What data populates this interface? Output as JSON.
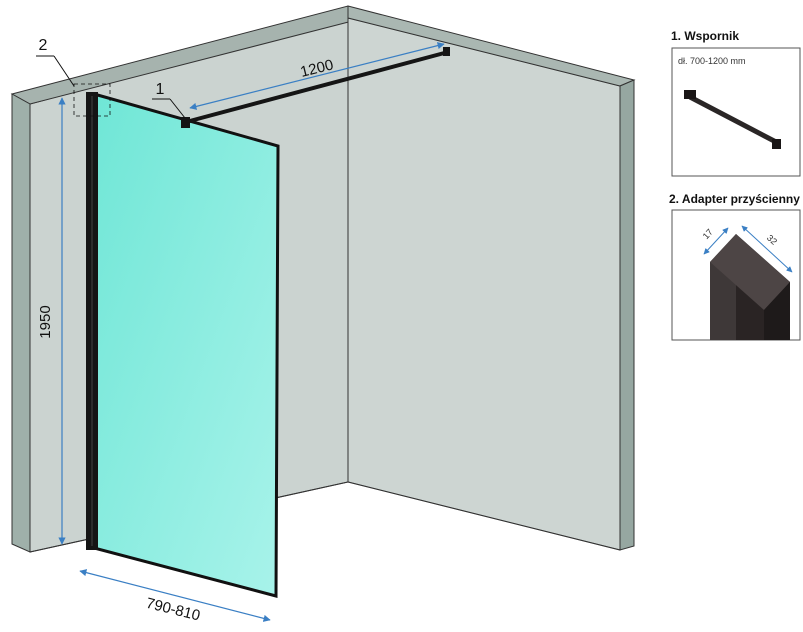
{
  "dimensions": {
    "width_top": "1200",
    "height": "1950",
    "width_bottom": "790-810"
  },
  "callouts": {
    "bracket": "1",
    "adapter": "2"
  },
  "panels": {
    "bracket": {
      "title": "1. Wspornik",
      "subtitle": "dł. 700-1200 mm"
    },
    "adapter": {
      "title": "2. Adapter przyścienny",
      "dim_depth": "17",
      "dim_width": "32"
    }
  },
  "colors": {
    "wall": "#c8d0cd",
    "wall_top": "#9aa8a3",
    "glass": "#5fe0d0",
    "frame": "#111111",
    "dimension_line": "#3a7fc4"
  }
}
